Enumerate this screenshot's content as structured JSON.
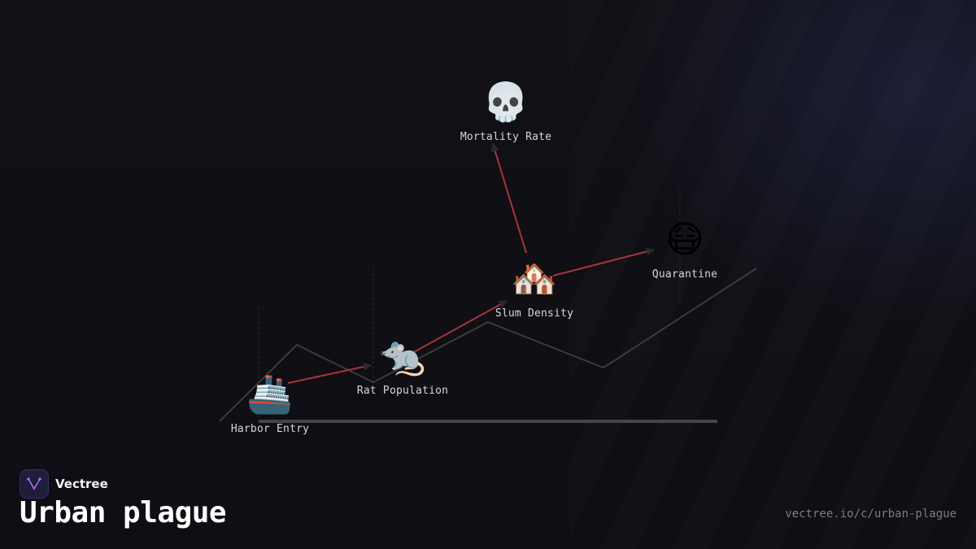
{
  "diagram": {
    "nodes": [
      {
        "id": "harbor",
        "label": "Harbor Entry",
        "icon": "ship-icon",
        "emoji": "🚢"
      },
      {
        "id": "rat",
        "label": "Rat Population",
        "icon": "rat-icon",
        "emoji": "🐀"
      },
      {
        "id": "slum",
        "label": "Slum Density",
        "icon": "houses-icon",
        "emoji": "🏘️"
      },
      {
        "id": "mortality",
        "label": "Mortality Rate",
        "icon": "skull-icon",
        "emoji": "💀"
      },
      {
        "id": "quarantine",
        "label": "Quarantine",
        "icon": "mask-face-icon",
        "emoji": "😷"
      }
    ],
    "edges": [
      {
        "from": "harbor",
        "to": "rat"
      },
      {
        "from": "rat",
        "to": "slum"
      },
      {
        "from": "slum",
        "to": "mortality"
      },
      {
        "from": "slum",
        "to": "quarantine"
      }
    ],
    "colors": {
      "edge": "#a8343a",
      "trend_line": "#3a3a40",
      "baseline": "#45454c"
    }
  },
  "brand": {
    "name": "Vectree",
    "logo_icon": "vectree-logo-icon"
  },
  "title": "Urban plague",
  "url": "vectree.io/c/urban-plague"
}
